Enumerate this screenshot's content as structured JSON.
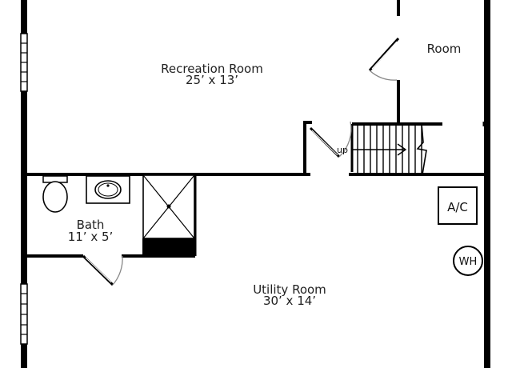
{
  "plan": {
    "rooms": [
      {
        "id": "recreation",
        "name": "Recreation Room",
        "size": "25’ x 13’"
      },
      {
        "id": "room",
        "name": "Room",
        "size": ""
      },
      {
        "id": "bath",
        "name": "Bath",
        "size": "11’ x 5’"
      },
      {
        "id": "utility",
        "name": "Utility Room",
        "size": "30’ x 14’"
      }
    ],
    "fixtures": {
      "ac": "A/C",
      "water_heater": "WH",
      "stair_label": "up"
    },
    "icons": [
      "toilet-icon",
      "sink-icon",
      "shower-icon",
      "window-icon",
      "door-swing-icon",
      "stair-arrow-icon"
    ],
    "colors": {
      "wall": "#000000",
      "arc": "#888888",
      "background": "#ffffff"
    }
  }
}
